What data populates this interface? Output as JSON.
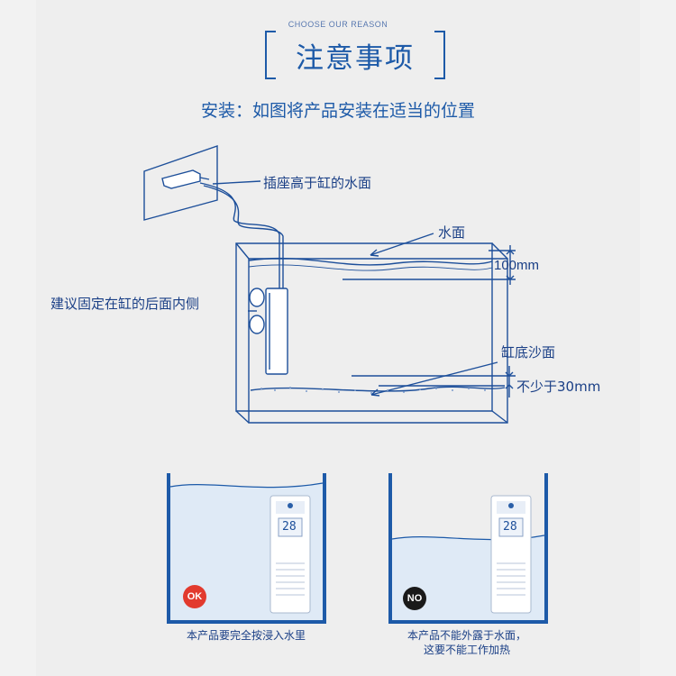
{
  "header": {
    "eyebrow": "CHOOSE OUR REASON",
    "title": "注意事项"
  },
  "install": {
    "instruction": "安装：如图将产品安装在适当的位置"
  },
  "diagram": {
    "socket_label": "插座高于缸的水面",
    "water_surface_label": "水面",
    "depth_label": "100mm",
    "mount_label": "建议固定在缸的后面内侧",
    "sand_label": "缸底沙面",
    "clearance_label": "不少于30mm"
  },
  "examples": [
    {
      "badge": "OK",
      "badge_color": "#e23a2e",
      "display": "28",
      "caption_lines": [
        "本产品要完全按浸入水里"
      ]
    },
    {
      "badge": "NO",
      "badge_color": "#1a1a1a",
      "display": "28",
      "caption_lines": [
        "本产品不能外露于水面，",
        "这要不能工作加热"
      ]
    }
  ],
  "colors": {
    "accent": "#1d5aa8",
    "ok": "#e23a2e",
    "no": "#1a1a1a"
  }
}
